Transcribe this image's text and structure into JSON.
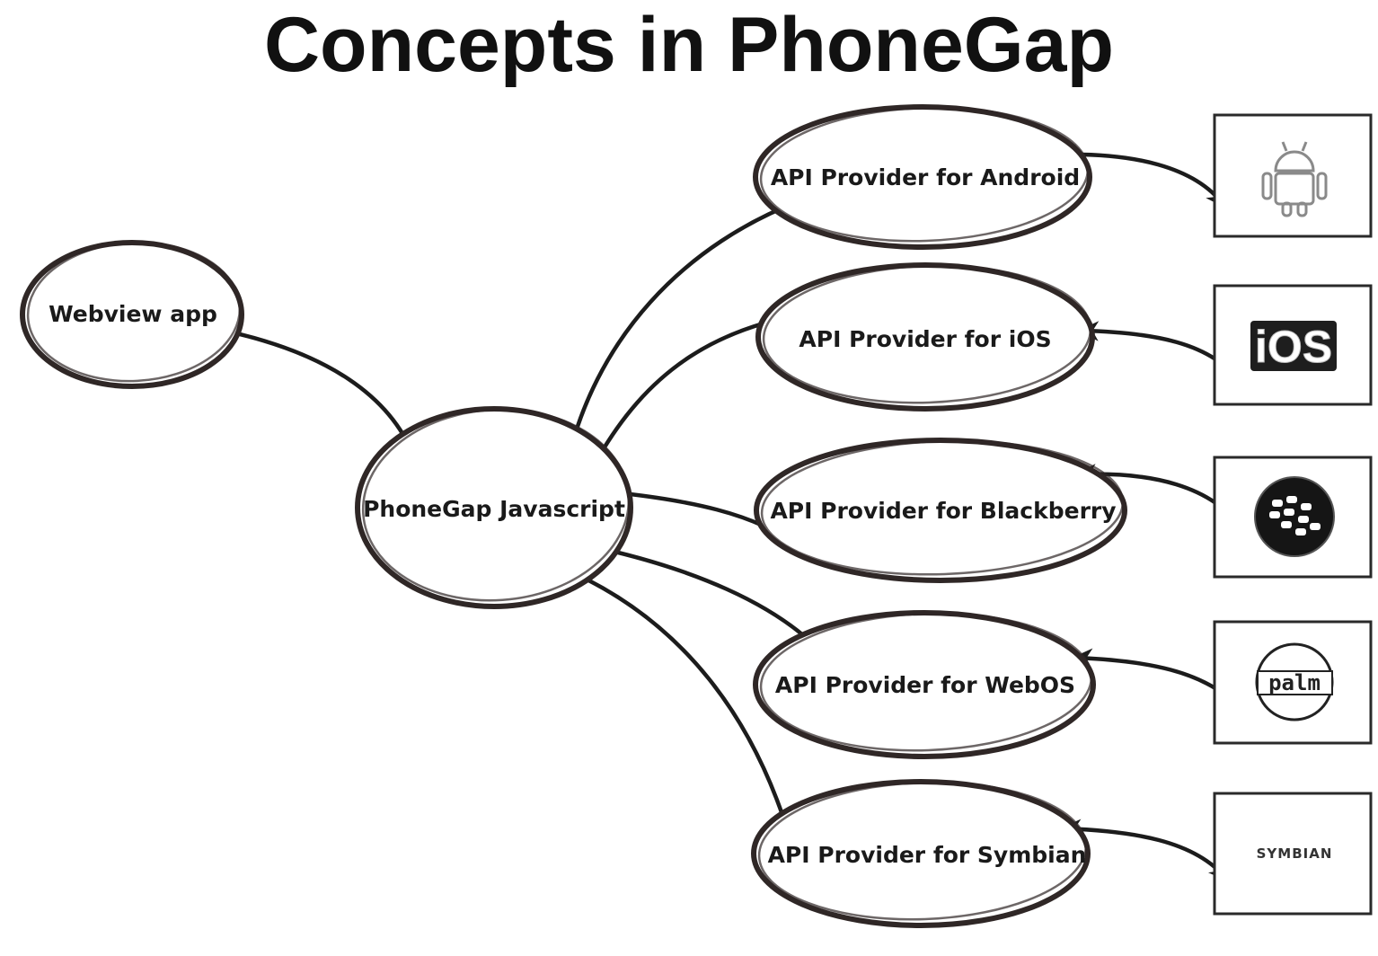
{
  "title": "Concepts in PhoneGap",
  "colors": {
    "ink": "#1c1c1c",
    "ellipse_stroke": "#2f2726",
    "logo_dark": "#222222"
  },
  "nodes": {
    "webview": "Webview app",
    "phonegap": "PhoneGap Javascript",
    "android": "API Provider for Android",
    "ios": "API Provider for iOS",
    "blackberry": "API Provider for Blackberry",
    "webos": "API Provider for WebOS",
    "symbian": "API Provider for Symbian"
  },
  "platform_logos": {
    "android": {
      "icon": "android-robot-icon"
    },
    "ios": {
      "icon": "ios-logo",
      "text": "iOS"
    },
    "blackberry": {
      "icon": "blackberry-logo"
    },
    "webos": {
      "icon": "palm-logo",
      "text": "palm"
    },
    "symbian": {
      "icon": "symbian-logo",
      "text": "SYMBIAN"
    }
  }
}
